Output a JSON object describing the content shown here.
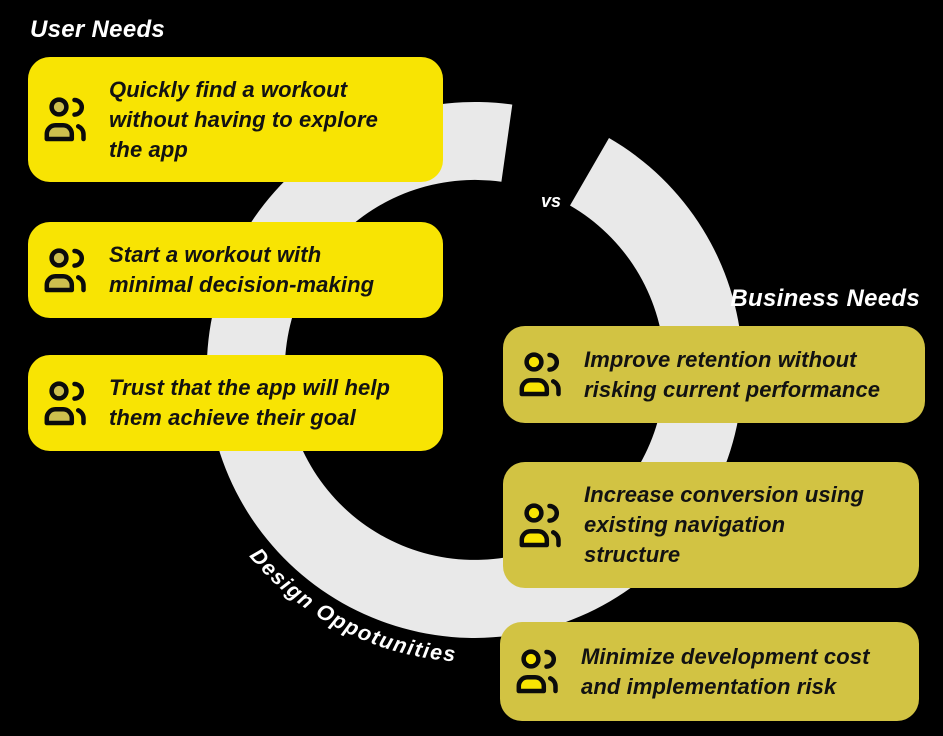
{
  "colors": {
    "background": "#000000",
    "ring": "#E9E9E9",
    "user_card": "#F8E403",
    "business_card": "#D2C343",
    "user_icon_fill": "#CDBF4E",
    "business_icon_fill": "#F8E403",
    "card_text": "#121212",
    "label_text": "#FFFFFF"
  },
  "icons": {
    "card_icon": "people-group"
  },
  "headings": {
    "user": "User Needs",
    "business": "Business Needs",
    "versus": "vs"
  },
  "ring": {
    "curved_label": "Design Oppotunities"
  },
  "user_needs": [
    {
      "text": "Quickly find a workout\nwithout having to explore\nthe app"
    },
    {
      "text": "Start a workout with\nminimal decision-making"
    },
    {
      "text": "Trust that the app will help\nthem achieve their goal"
    }
  ],
  "business_needs": [
    {
      "text": "Improve retention without\nrisking current performance"
    },
    {
      "text": "Increase conversion using\nexisting navigation\nstructure"
    },
    {
      "text": "Minimize development cost\nand implementation risk"
    }
  ]
}
